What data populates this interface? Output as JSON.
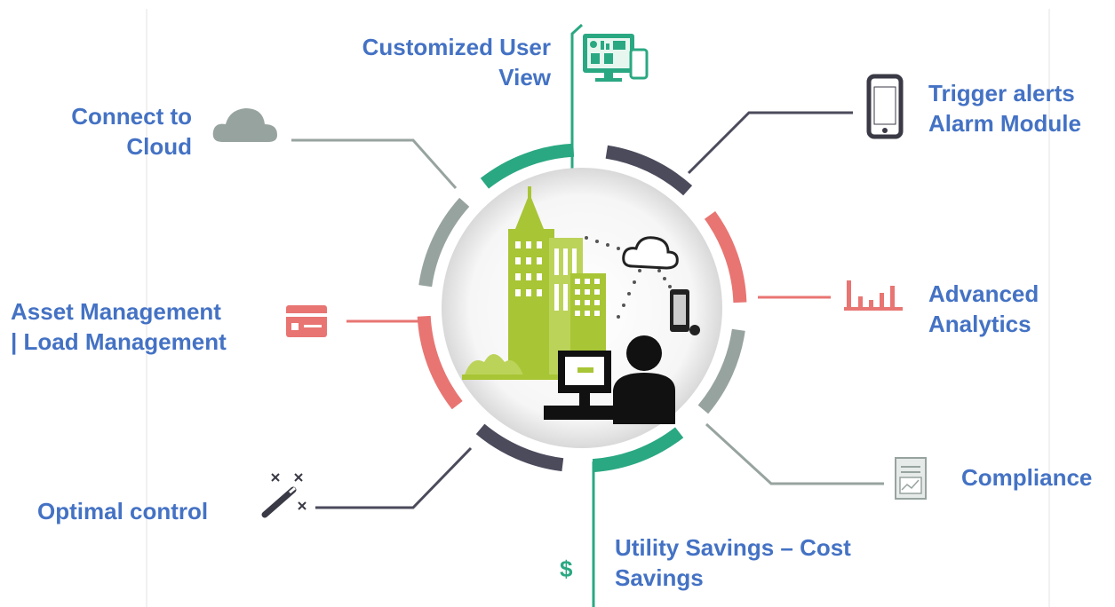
{
  "colors": {
    "label": "#4472c4",
    "green": "#2aa882",
    "dark": "#4b4b5c",
    "red": "#e87572",
    "gray": "#97a39f",
    "building": "#a8c535"
  },
  "labels": {
    "customized": [
      "Customized User",
      "View"
    ],
    "trigger": [
      "Trigger alerts",
      "Alarm Module"
    ],
    "cloud": [
      "Connect to",
      "Cloud"
    ],
    "analytics": [
      "Advanced",
      "Analytics"
    ],
    "asset": [
      "Asset Management",
      "| Load Management"
    ],
    "compliance": [
      "Compliance"
    ],
    "optimal": [
      "Optimal control"
    ],
    "utility": [
      "Utility Savings – Cost",
      "Savings"
    ]
  },
  "dollar_symbol": "$",
  "icons": {
    "customized": "dashboard-monitor-icon",
    "trigger": "smartphone-icon",
    "cloud": "cloud-icon",
    "analytics": "bar-chart-icon",
    "asset": "card-icon",
    "compliance": "document-chart-icon",
    "optimal": "magic-wand-icon",
    "center": "smart-building-illustration"
  }
}
